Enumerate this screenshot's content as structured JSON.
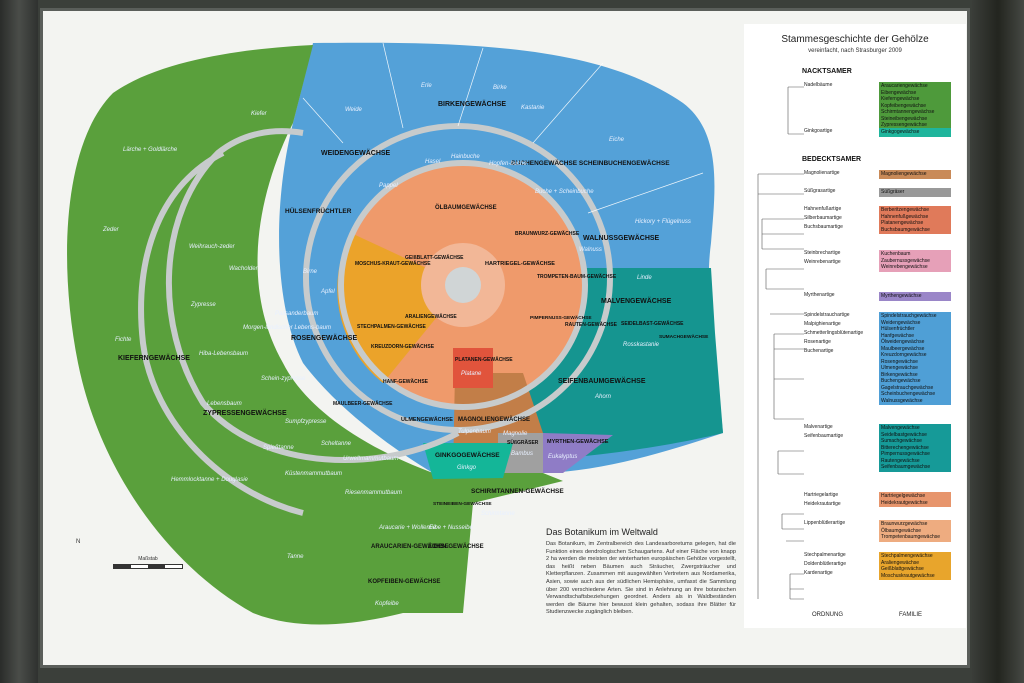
{
  "legend": {
    "title": "Stammesgeschichte der Gehölze",
    "subtitle": "vereinfacht, nach Strasburger 2009",
    "nacktsamer": "NACKTSAMER",
    "bedecktsamer": "BEDECKTSAMER",
    "footer_ordnung": "ORDNUNG",
    "footer_familie": "FAMILIE",
    "groups": [
      {
        "orders": [
          "Nadelbäume"
        ],
        "families": [
          "Araucariengewächse",
          "Eibengewächse",
          "Kieferngewächse",
          "Kopfeibengewächse",
          "Schirmtannengewächse",
          "Steineibengewächse",
          "Zypressengewächse"
        ],
        "color": "#4e9a3b"
      },
      {
        "orders": [
          "Ginkgoartige"
        ],
        "families": [
          "Ginkgogewächse"
        ],
        "color": "#1fb59c"
      },
      {
        "orders": [
          "Magnolienartige"
        ],
        "families": [
          "Magnoliengewächse"
        ],
        "color": "#c98a58"
      },
      {
        "orders": [
          "Süßgrasartige"
        ],
        "families": [
          "Süßgräser"
        ],
        "color": "#999999"
      },
      {
        "orders": [
          "Hahnenfußartige",
          "Silberbaumartige",
          "Buchsbaumartige"
        ],
        "families": [
          "Berberitzengewächse",
          "Hahnenfußgewächse",
          "Platanengewächse",
          "Buchsbaumgewächse"
        ],
        "color": "#e07a5a"
      },
      {
        "orders": [
          "Steinbrechartige",
          "Weinrebenartige"
        ],
        "families": [
          "Kuchenbaum",
          "Zaubernussgewächse",
          "Weinrebengewächse"
        ],
        "color": "#e6a0b8"
      },
      {
        "orders": [
          "Myrthenartige"
        ],
        "families": [
          "Myrthengewächse"
        ],
        "color": "#9a86c8"
      },
      {
        "orders": [
          "Spindelstrauchartige",
          "Malpighienartige",
          "Schmetterlingsblütenartige",
          "Rosenartige",
          "Buchenartige"
        ],
        "families": [
          "Spindelstrauchgewächse",
          "Weidengewächse",
          "Hülsenfrüchtler",
          "Hanfgewächse",
          "Ölweidengewächse",
          "Maulbeergewächse",
          "Kreuzdorngewächse",
          "Rosengewächse",
          "Ulmengewächse",
          "Birkengewächse",
          "Buchengewächse",
          "Gagelstrauchgewächse",
          "Scheinbuchengewächse",
          "Walnussgewächse"
        ],
        "color": "#4f9fd6"
      },
      {
        "orders": [
          "Malvenartige",
          "Seifenbaumartige"
        ],
        "families": [
          "Malvengewächse",
          "Seidelbastgewächse",
          "Sumachgewächse",
          "Bitterechengewächse",
          "Pimpernussgewächse",
          "Rautengewächse",
          "Seifenbaumgewächse"
        ],
        "color": "#169a98"
      },
      {
        "orders": [
          "Hartriegelartige",
          "Heidekrautartige"
        ],
        "families": [
          "Hartriegelgewächse",
          "Heidekrautgewächse"
        ],
        "color": "#e7956c"
      },
      {
        "orders": [
          "Lippenblütlerartige"
        ],
        "families": [
          "Braunwurzgewächse",
          "Ölbaumgewächse",
          "Trompetenbaumgewächse"
        ],
        "color": "#eeac80"
      },
      {
        "orders": [
          "Stechpalmenartige",
          "Doldenblütlerartige",
          "Kardenartige"
        ],
        "families": [
          "Stechpalmengewächse",
          "Araliengewächse",
          "Geißblattgewächse",
          "Moschuskrautgewächse"
        ],
        "color": "#e8a52c"
      }
    ]
  },
  "info": {
    "title": "Das Botanikum im Weltwald",
    "body": "Das Botanikum, im Zentralbereich des Landesarboretums gelegen, hat die Funktion eines dendrologischen Schaugartens. Auf einer Fläche von knapp 2 ha werden die meisten der winterharten europäischen Gehölze vorgestellt, das heißt neben Bäumen auch Sträucher, Zwergsträucher und Kletterpflanzen. Zusammen mit ausgewählten Vertretern aus Nordamerika, Asien, sowie auch aus der südlichen Hemisphäre, umfasst die Sammlung über 200 verschiedene Arten. Sie sind in Anlehnung an ihre botanischen Verwandtschaftsbeziehungen geordnet. Anders als in Waldbeständen werden die Bäume hier bewusst klein gehalten, sodass ihre Blätter für Studienzwecke zugänglich bleiben."
  },
  "scale": {
    "label": "Maßstab"
  },
  "compass": {
    "label": "N"
  },
  "map": {
    "families": {
      "kiefern": "KIEFERNGEWÄCHSE",
      "zypressen": "ZYPRESSENGEWÄCHSE",
      "birken": "BIRKENGEWÄCHSE",
      "weiden": "WEIDENGEWÄCHSE",
      "buchen": "BUCHENGEWÄCHSE SCHEINBUCHENGEWÄCHSE",
      "walnuss": "WALNUSSGEWÄCHSE",
      "huelsen": "HÜLSENFRÜCHTLER",
      "rosen": "ROSENGEWÄCHSE",
      "oelbaum": "ÖLBAUMGEWÄCHSE",
      "malven": "MALVENGEWÄCHSE",
      "seifenbaum": "SEIFENBAUMGEWÄCHSE",
      "ulmen": "ULMENGEWÄCHSE",
      "magnolien": "MAGNOLIENGEWÄCHSE",
      "ginkgo": "GINKGOGEWÄCHSE",
      "schirmtannen": "SCHIRMTANNEN-GEWÄCHSE",
      "araucarien": "ARAUCARIEN-GEWÄCHSE",
      "eiben": "EIBEN-GEWÄCHSE",
      "kopfeiben": "KOPFEIBEN-GEWÄCHSE",
      "myrthen": "MYRTHEN-GEWÄCHSE",
      "suessgraeser": "SÜßGRÄSER",
      "platanen": "PLATANEN-GEWÄCHSE",
      "stechpalmen": "STECHPALMEN-GEWÄCHSE",
      "araliengew": "ARALIENGEWÄCHSE",
      "moschus": "MOSCHUS-KRAUT-GEWÄCHSE",
      "geissblatt": "GEIßBLATT-GEWÄCHSE",
      "hartriegel": "HARTRIEGEL-GEWÄCHSE",
      "trompeten": "TROMPETEN-BAUM-GEWÄCHSE",
      "braunwurz": "BRAUNWURZ-GEWÄCHSE",
      "rauten": "RAUTEN-GEWÄCHSE",
      "kreuzdorn": "KREUZDORN-GEWÄCHSE",
      "hanf": "HANF-GEWÄCHSE",
      "maulbeer": "MAULBEER-GEWÄCHSE",
      "seidelbast": "SEIDELBAST-GEWÄCHSE",
      "sumach": "SUMACHGEWÄCHSE",
      "pimpernuss": "PIMPERNUSS-GEWÄCHSE",
      "steineiben": "STEINEIBEN-GEWÄCHSE"
    },
    "species": {
      "kiefer": "Kiefer",
      "laerche": "Lärche + Goldlärche",
      "zeder": "Zeder",
      "fichte": "Fichte",
      "hemlock": "Hemmlocktanne + Douglasie",
      "tanne": "Tanne",
      "weihrauch": "Weihrauch-zeder",
      "wacholder": "Wacholder",
      "zypresse": "Zypresse",
      "morgen": "Morgen-ländischer Lebens-baum",
      "hiba": "Hiba-Lebensbaum",
      "schein": "Schein-zypresse",
      "lebensbaum": "Lebensbaum",
      "sumpf": "Sumpfzypresse",
      "schelf": "Scheltanne",
      "spiess": "Spießtanne",
      "kuesten": "Küstenmammutbaum",
      "urwelt": "Urweltmammutbaum",
      "riesen": "Riesenmammutbaum",
      "erle": "Erle",
      "birke": "Birke",
      "weide": "Weide",
      "kastanie": "Kastanie",
      "hasel": "Hasel",
      "hainbuche": "Hainbuche",
      "hopfen": "Hopfen-buche",
      "pappel": "Pappel",
      "eiche": "Eiche",
      "buche": "Buche + Scheinbuche",
      "hickory": "Hickory + Flügelnuss",
      "walnuss": "Walnuss",
      "linde": "Linde",
      "ahorn": "Ahorn",
      "rosskastanie": "Rosskastanie",
      "ginkgo": "Ginkgo",
      "magnolie": "Magnolie",
      "tulpenbaum": "Tulpenbaum",
      "bambus": "Bambus",
      "eukalyptus": "Eukalyptus",
      "schirmtanne": "Schirmtanne",
      "araucarie": "Araucarie + Wollemie",
      "eibe": "Eibe + Nusseibe",
      "kopfeibe": "Kopfeibe",
      "platane": "Platane",
      "apfel": "Apfel",
      "birne": "Birne",
      "palisanderbaum": "Palisanderbaum"
    }
  }
}
